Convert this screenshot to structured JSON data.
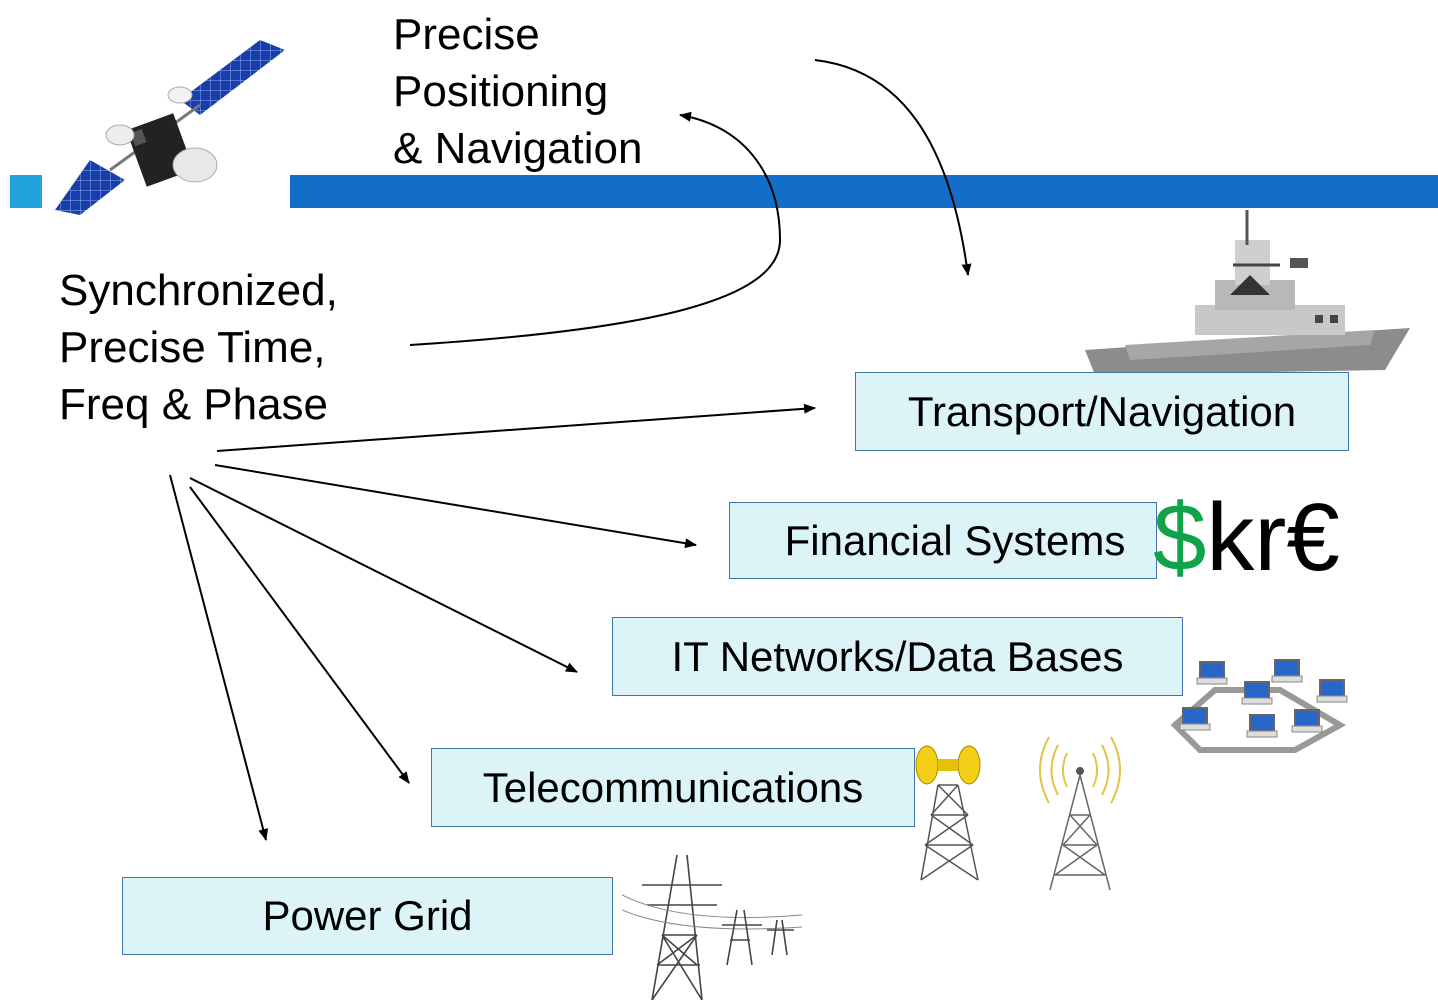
{
  "source_text": {
    "line1": "Synchronized,",
    "line2": "Precise Time,",
    "line3": "Freq & Phase"
  },
  "positioning_text": {
    "line1": "Precise",
    "line2": "Positioning",
    "line3": "& Navigation"
  },
  "targets": {
    "transport": "Transport/Navigation",
    "financial": "Financial Systems",
    "it": "IT Networks/Data Bases",
    "telecom": "Telecommunications",
    "power": "Power Grid"
  },
  "currency": {
    "dollar": "$",
    "krona": "kr",
    "euro": "€"
  },
  "colors": {
    "box_fill": "#dcf3f8",
    "box_border": "#3f74ad",
    "header_bar": "#126ec8",
    "header_square": "#23a3dd",
    "dollar": "#12a34a"
  },
  "icons": [
    "satellite-icon",
    "ship-icon",
    "network-icon",
    "antenna-tower-icon",
    "radio-tower-icon",
    "power-pylon-icon"
  ]
}
